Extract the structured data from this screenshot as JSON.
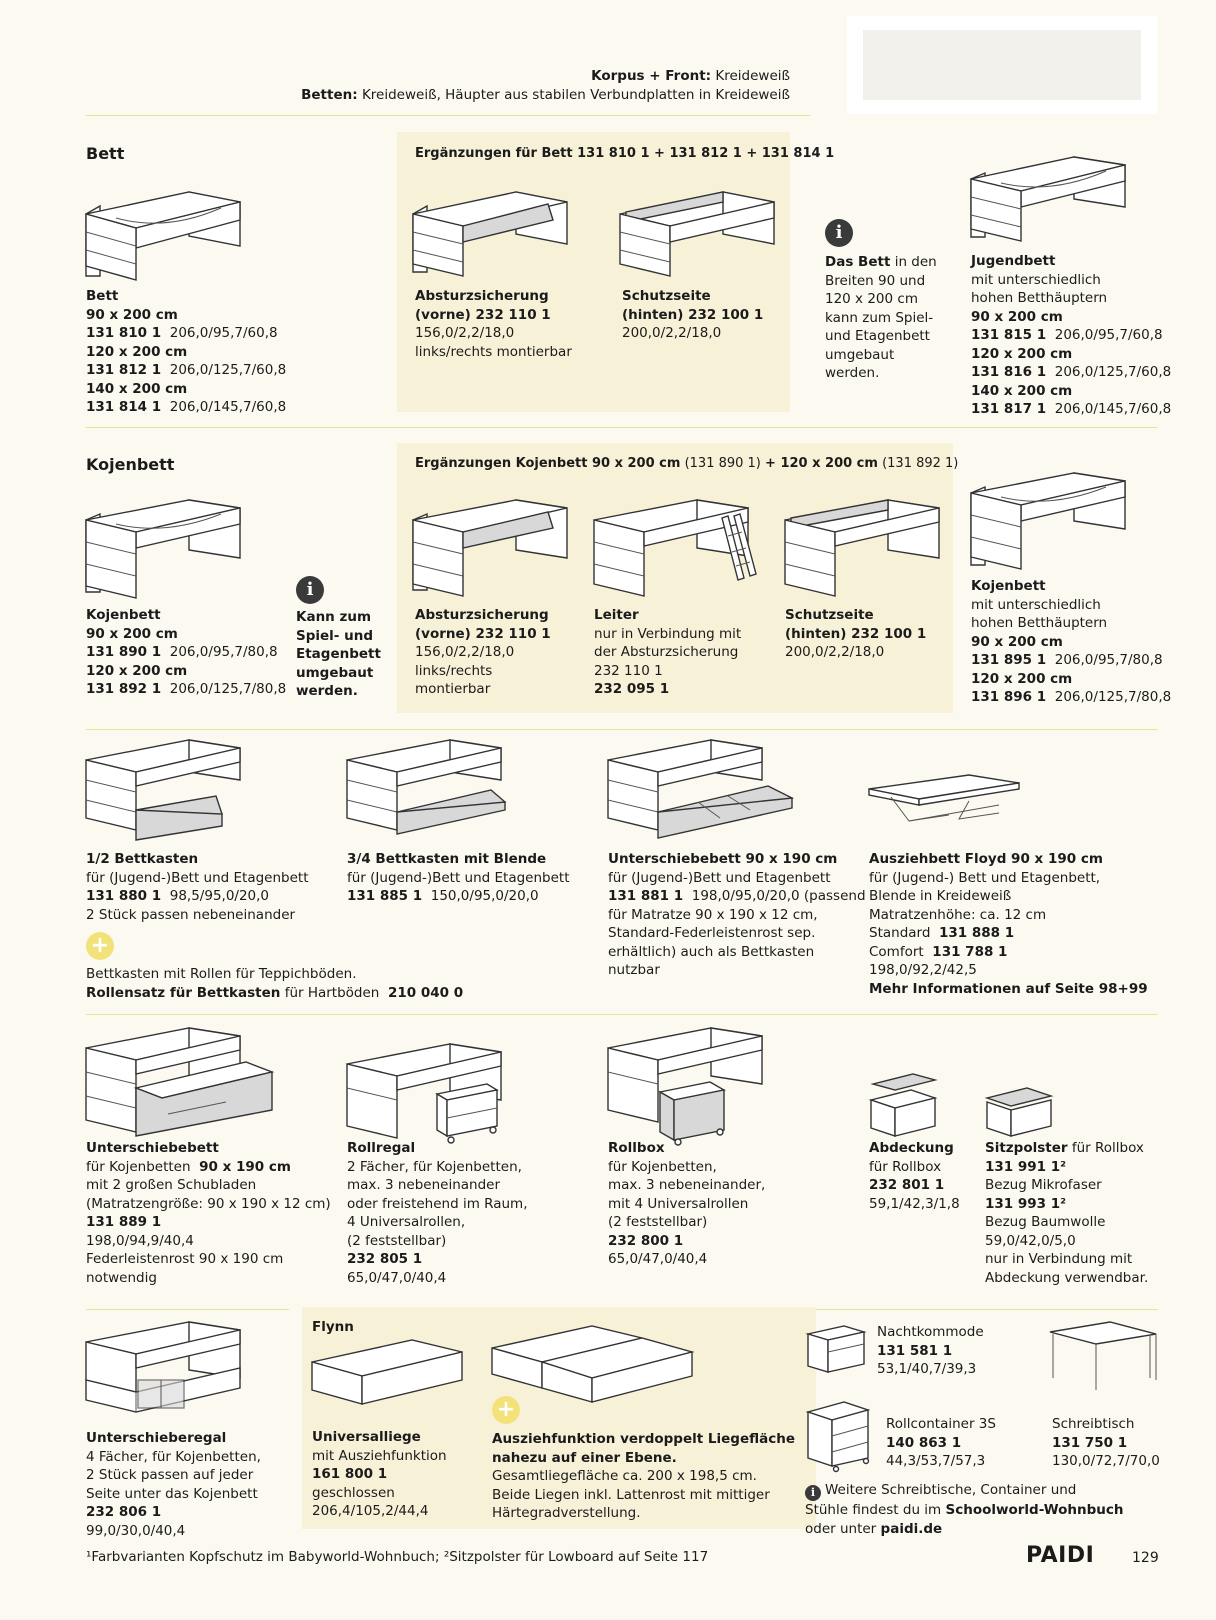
{
  "header": {
    "line1_label": "Korpus + Front:",
    "line1_value": "Kreideweiß",
    "line2_label": "Betten:",
    "line2_value": "Kreideweiß, Häupter aus stabilen Verbundplatten in Kreideweiß"
  },
  "bett": {
    "section_title": "Bett",
    "ext_title": "Ergänzungen für Bett 131 810 1 + 131 812 1 + 131 814 1",
    "main": [
      "Bett",
      "90 x 200 cm",
      "131 810 1",
      "206,0/95,7/60,8",
      "120 x 200 cm",
      "131 812 1",
      "206,0/125,7/60,8",
      "140 x 200 cm",
      "131 814 1",
      "206,0/145,7/60,8"
    ],
    "absturz": [
      "Absturzsicherung",
      "(vorne) 232 110 1",
      "156,0/2,2/18,0",
      "links/rechts montierbar"
    ],
    "schutz": [
      "Schutzseite",
      "(hinten) 232 100 1",
      "200,0/2,2/18,0"
    ],
    "info_bold": "Das Bett",
    "info_rest": [
      "in den",
      "Breiten 90 und",
      "120 x 200 cm",
      "kann zum Spiel-",
      "und Etagenbett",
      "umgebaut",
      "werden."
    ],
    "jugend": [
      "Jugendbett",
      "mit unterschiedlich",
      "hohen Betthäuptern",
      "90 x 200 cm",
      "131 815 1",
      "206,0/95,7/60,8",
      "120 x 200 cm",
      "131 816 1",
      "206,0/125,7/60,8",
      "140 x 200 cm",
      "131 817 1",
      "206,0/145,7/60,8"
    ]
  },
  "kojen": {
    "section_title": "Kojenbett",
    "ext_title_a": "Ergänzungen Kojenbett 90 x 200 cm",
    "ext_title_b": "(131 890 1)",
    "ext_title_c": "+ 120 x 200 cm",
    "ext_title_d": "(131 892 1)",
    "main": [
      "Kojenbett",
      "90 x 200 cm",
      "131 890 1",
      "206,0/95,7/80,8",
      "120 x 200 cm",
      "131 892 1",
      "206,0/125,7/80,8"
    ],
    "info": [
      "Kann zum",
      "Spiel- und",
      "Etagenbett",
      "umgebaut",
      "werden."
    ],
    "absturz": [
      "Absturzsicherung",
      "(vorne) 232 110 1",
      "156,0/2,2/18,0",
      "links/rechts",
      "montierbar"
    ],
    "leiter": [
      "Leiter",
      "nur in Verbindung mit",
      "der Absturzsicherung",
      "232 110 1",
      "232 095 1"
    ],
    "schutz": [
      "Schutzseite",
      "(hinten) 232 100 1",
      "200,0/2,2/18,0"
    ],
    "koje2": [
      "Kojenbett",
      "mit unterschiedlich",
      "hohen Betthäuptern",
      "90 x 200 cm",
      "131 895 1",
      "206,0/95,7/80,8",
      "120 x 200 cm",
      "131 896 1",
      "206,0/125,7/80,8"
    ]
  },
  "row3": {
    "halb": [
      "1/2 Bettkasten",
      "für (Jugend-)Bett und Etagenbett",
      "131 880 1",
      "98,5/95,0/20,0",
      "2 Stück passen nebeneinander"
    ],
    "rollen_note": "Bettkasten mit Rollen für Teppichböden.",
    "rollen_bold": "Rollensatz für Bettkasten",
    "rollen_rest": "für Hartböden",
    "rollen_code": "210 040 0",
    "dreiviertel": [
      "3/4 Bettkasten mit Blende",
      "für (Jugend-)Bett und Etagenbett",
      "131 885 1",
      "150,0/95,0/20,0"
    ],
    "unterschiebe": [
      "Unterschiebebett 90 x 190 cm",
      "für (Jugend-)Bett und Etagenbett",
      "131 881 1",
      "198,0/95,0/20,0 (passend",
      "für Matratze 90 x 190 x 12 cm,",
      "Standard-Federleistenrost sep.",
      "erhältlich) auch als Bettkasten",
      "nutzbar"
    ],
    "floyd": [
      "Ausziehbett Floyd 90 x 190 cm",
      "für (Jugend-) Bett und Etagenbett,",
      "Blende in Kreideweiß",
      "Matratzenhöhe: ca. 12 cm",
      "Standard",
      "131 888 1",
      "Comfort",
      "131 788 1",
      "198,0/92,2/42,5",
      "Mehr Informationen auf Seite 98+99"
    ]
  },
  "row4": {
    "unterschiebebett": [
      "Unterschiebebett",
      "für Kojenbetten",
      "90 x 190 cm",
      "mit 2 großen Schubladen",
      "(Matratzengröße: 90 x 190 x 12 cm)",
      "131 889 1",
      "198,0/94,9/40,4",
      "Federleistenrost 90 x 190 cm",
      "notwendig"
    ],
    "rollregal": [
      "Rollregal",
      "2 Fächer, für Kojenbetten,",
      "max. 3 nebeneinander",
      "oder freistehend im Raum,",
      "4 Universalrollen,",
      "(2 feststellbar)",
      "232 805 1",
      "65,0/47,0/40,4"
    ],
    "rollbox": [
      "Rollbox",
      "für Kojenbetten,",
      "max. 3 nebeneinander,",
      "mit 4 Universalrollen",
      "(2 feststellbar)",
      "232 800 1",
      "65,0/47,0/40,4"
    ],
    "abdeckung": [
      "Abdeckung",
      "für Rollbox",
      "232 801 1",
      "59,1/42,3/1,8"
    ],
    "sitzpolster": [
      "Sitzpolster",
      "für Rollbox",
      "131 991 1²",
      "Bezug Mikrofaser",
      "131 993 1²",
      "Bezug Baumwolle",
      "59,0/42,0/5,0",
      "nur in Verbindung mit",
      "Abdeckung verwendbar."
    ]
  },
  "row5": {
    "regal": [
      "Unterschieberegal",
      "4 Fächer, für Kojenbetten,",
      "2 Stück passen auf jeder",
      "Seite unter das Kojenbett",
      "232 806 1",
      "99,0/30,0/40,4"
    ],
    "flynn_title": "Flynn",
    "universal": [
      "Universalliege",
      "mit Ausziehfunktion",
      "161 800 1",
      "geschlossen",
      "206,4/105,2/44,4"
    ],
    "auszieh": [
      "Ausziehfunktion verdoppelt Liegefläche",
      "nahezu auf einer Ebene.",
      "Gesamtliegefläche ca. 200 x 198,5 cm.",
      "Beide Liegen inkl. Lattenrost mit mittiger",
      "Härtegradverstellung."
    ],
    "nacht": [
      "Nachtkommode",
      "131 581 1",
      "53,1/40,7/39,3"
    ],
    "rollcontainer": [
      "Rollcontainer 3S",
      "140 863 1",
      "44,3/53,7/57,3"
    ],
    "schreibtisch": [
      "Schreibtisch",
      "131 750 1",
      "130,0/72,7/70,0"
    ],
    "weitere": [
      "Weitere Schreibtische, Container und",
      "Stühle findest du im",
      "Schoolworld-Wohnbuch",
      "oder unter",
      "paidi.de"
    ]
  },
  "footer": {
    "note": "¹Farbvarianten Kopfschutz im Babyworld-Wohnbuch; ²Sitzpolster für Lowboard auf Seite 117",
    "brand": "PAIDI",
    "page": "129"
  },
  "icons": {
    "info": "info-icon",
    "plus": "plus-icon"
  },
  "colors": {
    "background": "#fcfaf0",
    "panel": "#f7f1d8",
    "divider": "#ece39a",
    "plus": "#f3e27a",
    "swatch": "#f1f0ea"
  }
}
